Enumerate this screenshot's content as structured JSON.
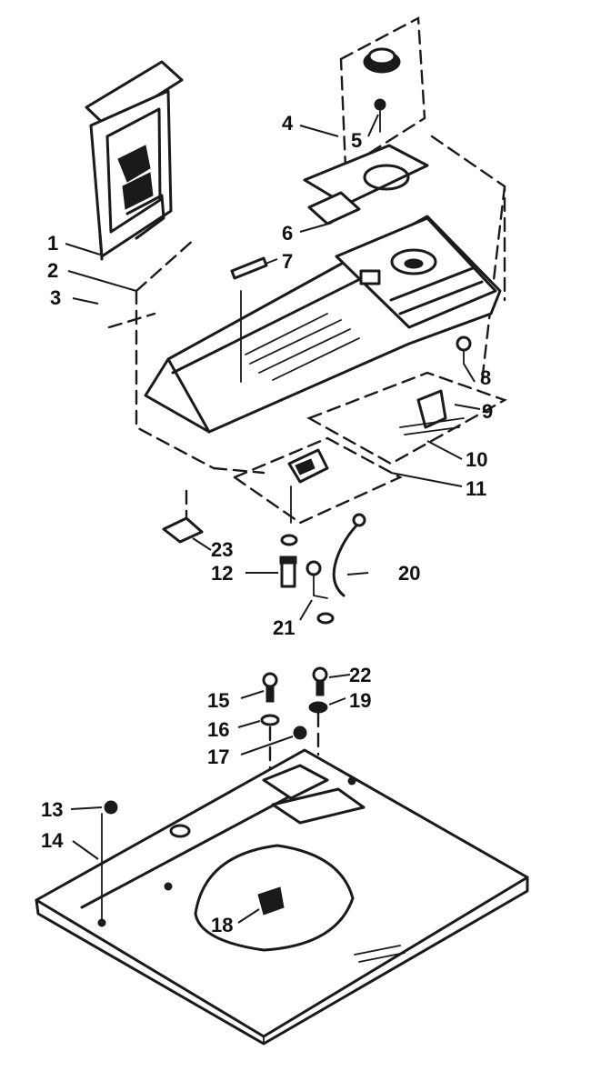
{
  "diagram": {
    "labels": {
      "p1": "1",
      "p2": "2",
      "p3": "3",
      "p4": "4",
      "p5": "5",
      "p6": "6",
      "p7": "7",
      "p8": "8",
      "p9": "9",
      "p10": "10",
      "p11": "11",
      "p12": "12",
      "p13": "13",
      "p14": "14",
      "p15": "15",
      "p16": "16",
      "p17": "17",
      "p18": "18",
      "p19": "19",
      "p20": "20",
      "p21": "21",
      "p22": "22",
      "p23": "23"
    }
  }
}
